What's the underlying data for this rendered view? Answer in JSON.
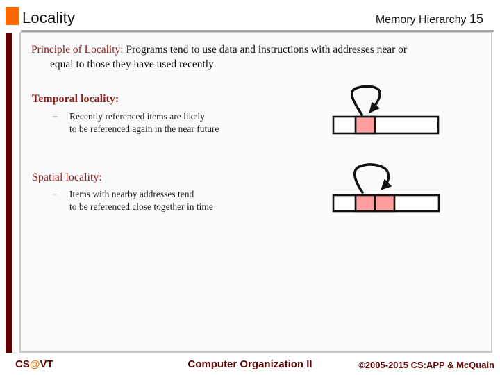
{
  "slide": {
    "title": "Locality",
    "header_context": "Memory Hierarchy",
    "page_number": "15"
  },
  "principle": {
    "label": "Principle of Locality:",
    "line1": " Programs tend to use data and instructions with addresses near or",
    "line2": "equal to those they have used recently"
  },
  "temporal": {
    "heading": "Temporal locality:",
    "dash": "–",
    "line1": "Recently referenced items are likely",
    "line2": "to be referenced again in the near future"
  },
  "spatial": {
    "heading": "Spatial locality:",
    "dash": "–",
    "line1": "Items with nearby addresses tend",
    "line2": "to be referenced close together in time"
  },
  "diagrams": {
    "temporal": {
      "type": "memory-bar",
      "cells": 3,
      "highlighted_cells": [
        1
      ],
      "arrow": "self-loop-to-same-cell"
    },
    "spatial": {
      "type": "memory-bar",
      "cells": 4,
      "highlighted_cells": [
        1,
        2
      ],
      "arrow": "loop-to-adjacent-cell"
    }
  },
  "footer": {
    "left_cs": "CS",
    "left_at": "@",
    "left_vt": "VT",
    "center": "Computer Organization II",
    "right": "©2005-2015 CS:APP & McQuain"
  },
  "colors": {
    "accent_orange": "#FF6A00",
    "maroon_bar": "#5E0000",
    "heading_red": "#8B1F1F",
    "cell_pink": "#FF9C9C",
    "footer_maroon": "#5E0505"
  }
}
